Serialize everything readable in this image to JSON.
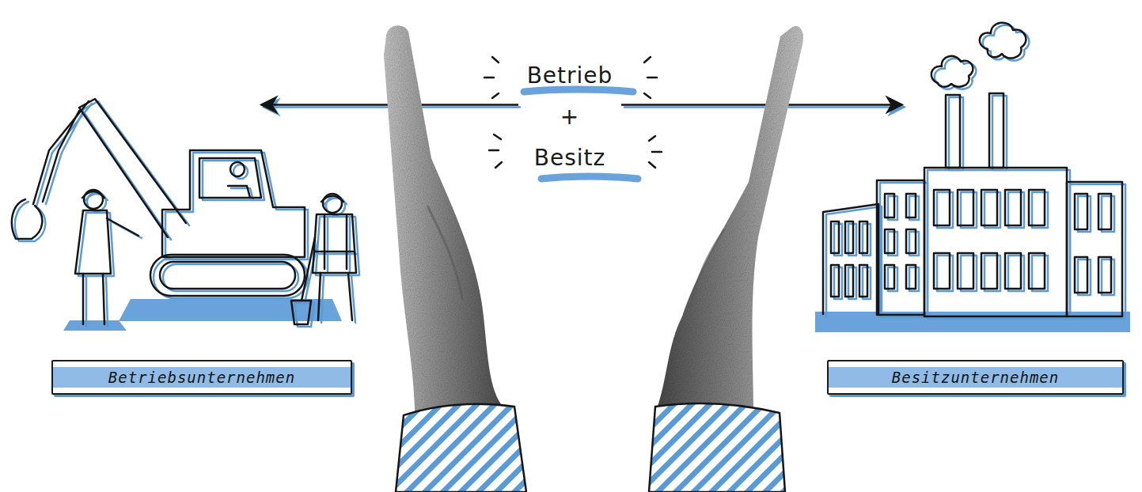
{
  "diagram": {
    "nodes": [
      {
        "text": [
          "Betrieb + Besitz"
        ]
      },
      {
        "text": [
          "Betriebsunternehmen"
        ]
      },
      {
        "text": [
          "Besitzunternehmen"
        ]
      }
    ],
    "edges": [
      {
        "from": 0,
        "to": 1,
        "arrow": "to"
      },
      {
        "from": 0,
        "to": 2,
        "arrow": "to"
      }
    ]
  }
}
